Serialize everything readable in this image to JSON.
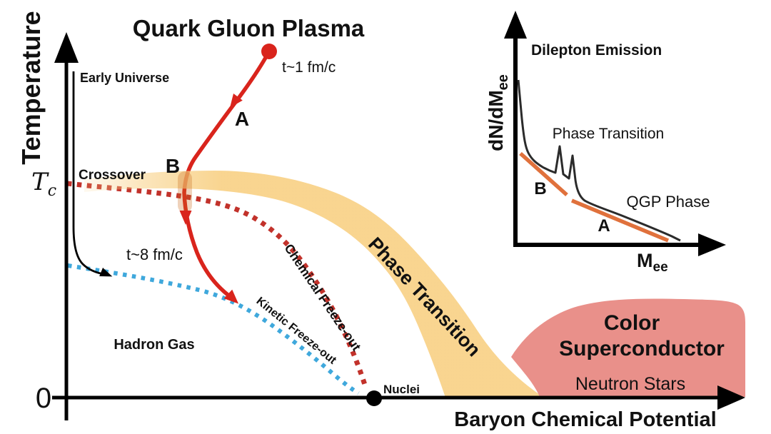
{
  "figure": {
    "title": "Quark Gluon Plasma",
    "y_axis_label": "Temperature",
    "x_axis_label": "Baryon Chemical Potential",
    "origin_label": "0",
    "tc": {
      "base": "T",
      "sub": "c"
    },
    "labels": {
      "early_universe": "Early Universe",
      "crossover": "Crossover",
      "time_1": "t~1 fm/c",
      "time_8": "t~8 fm/c",
      "hadron_gas": "Hadron Gas",
      "nuclei": "Nuclei",
      "phase_transition": "Phase Transition",
      "chemical_freezeout": "Chemical Freeze-out",
      "kinetic_freezeout": "Kinetic Freeze-out",
      "neutron_stars": "Neutron Stars",
      "color_superconductor_line1": "Color",
      "color_superconductor_line2": "Superconductor",
      "point_a": "A",
      "point_b": "B"
    },
    "colors": {
      "trajectory_red": "#D9241C",
      "freezeout_red": "#C2322B",
      "kinetic_blue": "#3FA8DC",
      "band_yellow": "#F8D084",
      "band_highlight": "#C96A1F",
      "superconductor_pink": "#E9908A",
      "axis_black": "#000000"
    }
  },
  "inset": {
    "title": "Dilepton Emission",
    "y_axis": {
      "base": "dN/dM",
      "sub": "ee"
    },
    "x_axis": {
      "base": "M",
      "sub": "ee"
    },
    "labels": {
      "phase_transition": "Phase Transition",
      "qgp_phase": "QGP Phase",
      "segment_a": "A",
      "segment_b": "B"
    },
    "colors": {
      "curve": "#2B2B2B",
      "highlight_orange": "#E0713C"
    }
  }
}
